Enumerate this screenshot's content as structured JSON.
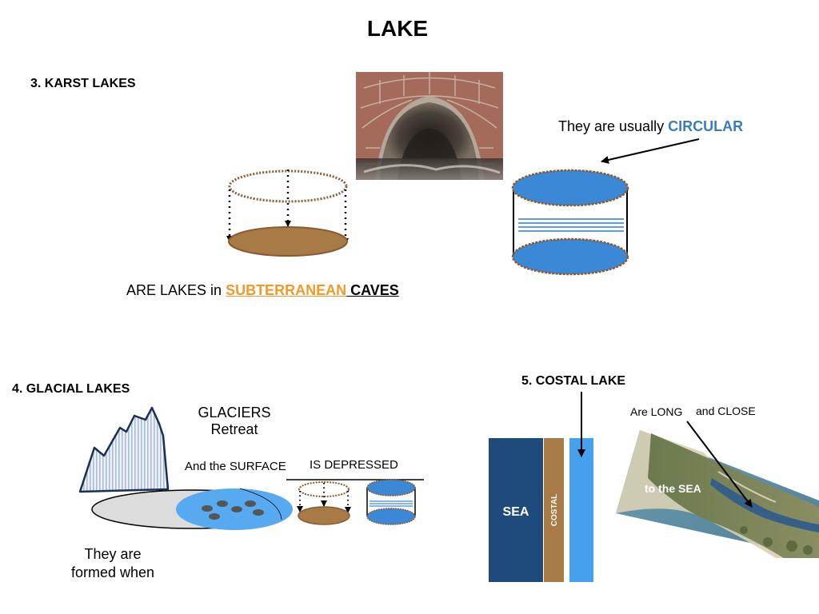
{
  "title": "LAKE",
  "karst": {
    "heading": "3. KARST LAKES",
    "circular_prefix": "They are  usually ",
    "circular_emphasis": "CIRCULAR",
    "caves_prefix": "ARE LAKES in ",
    "caves_subterranean": "SUBTERRANEAN",
    "caves_suffix": " CAVES"
  },
  "glacial": {
    "heading": "4. GLACIAL LAKES",
    "glaciers": "GLACIERS",
    "retreat": "Retreat",
    "surface": "And the SURFACE",
    "depressed": "IS DEPRESSED",
    "formed_1": "They are",
    "formed_2": "formed when"
  },
  "costal": {
    "heading": "5. COSTAL LAKE",
    "sea_label": "SEA",
    "costal_label": "COSTAL",
    "long": "Are LONG",
    "close": "and CLOSE",
    "to_sea": "to the SEA"
  },
  "colors": {
    "lake_blue": "#3b89d6",
    "soil_brown": "#a87a45",
    "sea_navy": "#1f4a7c",
    "lagoon_blue": "#46a0ee",
    "circular_text": "#3a7cc0",
    "subterranean_text": "#f19a2c"
  }
}
